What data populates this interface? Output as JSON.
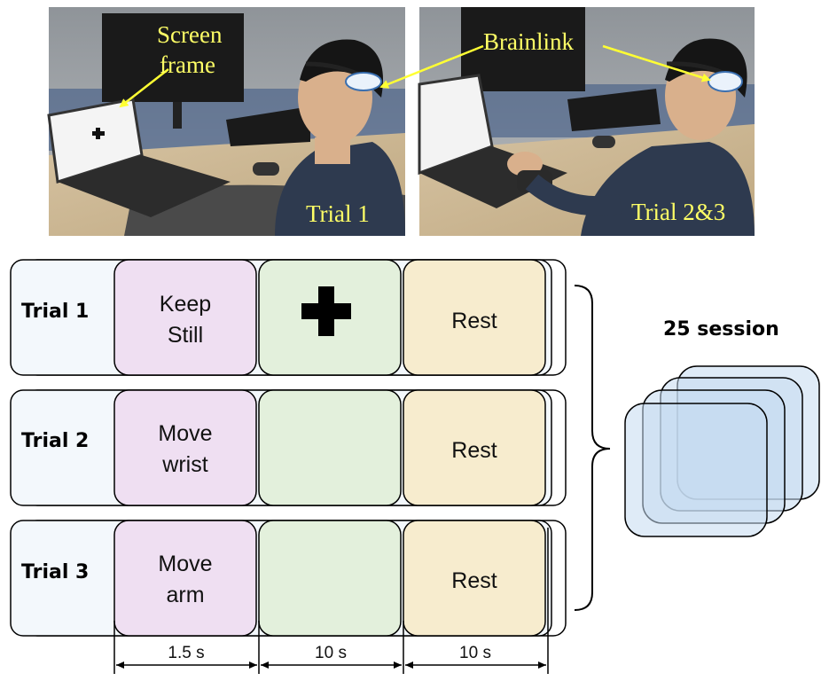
{
  "photos": [
    {
      "trial_label": "Trial 1",
      "annotation": [
        "Screen",
        "frame"
      ],
      "annotation_icon": "fixation-cross-icon"
    },
    {
      "trial_label": "Trial 2&3",
      "annotation": "Brainlink"
    }
  ],
  "trials": [
    {
      "label": "Trial 1",
      "task": [
        "Keep",
        "Still"
      ],
      "cue_icon": "fixation-cross-icon",
      "rest": "Rest"
    },
    {
      "label": "Trial 2",
      "task": [
        "Move",
        "wrist"
      ],
      "cue_icon": "",
      "rest": "Rest"
    },
    {
      "label": "Trial 3",
      "task": [
        "Move",
        "arm"
      ],
      "cue_icon": "",
      "rest": "Rest"
    }
  ],
  "durations": [
    "1.5 s",
    "10 s",
    "10 s"
  ],
  "sessions": {
    "label": "25 session"
  },
  "colors": {
    "task": "#efdff2",
    "cue": "#e3f0dc",
    "rest": "#f7ecce",
    "trial_bg": "#f3f8fc",
    "session_stack": "#c5daf1",
    "photo_label": "#ffff66"
  }
}
